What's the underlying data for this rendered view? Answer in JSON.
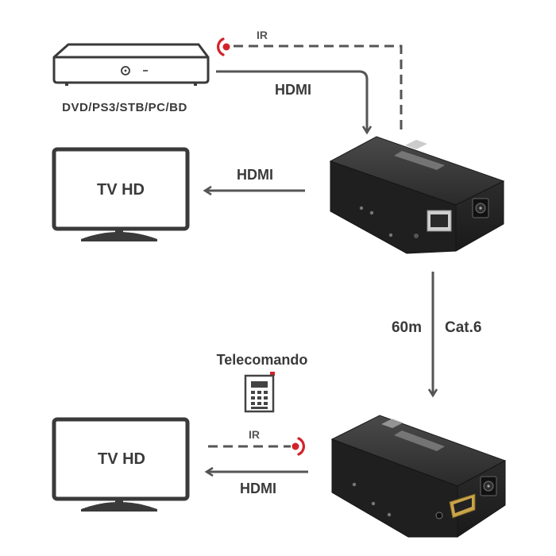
{
  "source_device": {
    "caption": "DVD/PS3/STB/PC/BD"
  },
  "links": {
    "ir_top": "IR",
    "hdmi_source": "HDMI",
    "hdmi_tv_top": "HDMI",
    "cable_length": "60m",
    "cable_type": "Cat.6",
    "ir_bottom": "IR",
    "hdmi_tv_bottom": "HDMI"
  },
  "tv_top": {
    "label": "TV HD"
  },
  "tv_bottom": {
    "label": "TV HD"
  },
  "remote": {
    "caption": "Telecomando"
  },
  "colors": {
    "accent_red": "#d2232a",
    "line_gray": "#555555",
    "device_dark": "#2b2b2b"
  }
}
